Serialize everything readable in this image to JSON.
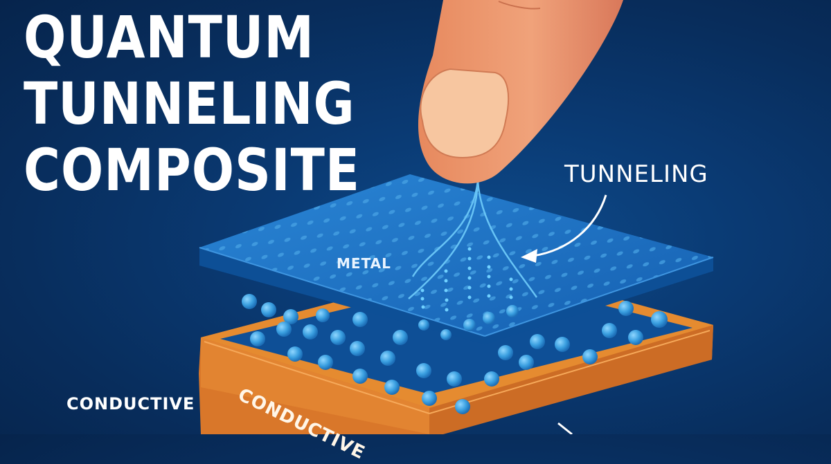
{
  "title": {
    "lines": [
      "QUANTUM",
      "TUNNELING",
      "COMPOSITE"
    ]
  },
  "labels": {
    "tunneling": "TUNNELING",
    "metal": "METAL",
    "conductive_left": "CONDUCTIVE",
    "conductive_layer_edge": "CONDUCTIVE"
  },
  "colors": {
    "background": "#082d5c",
    "top_plate": "#1a6fc4",
    "particles": "#4fb2ea",
    "bottom_frame": "#e2822c",
    "finger": "#e9956a",
    "text": "#ffffff"
  }
}
